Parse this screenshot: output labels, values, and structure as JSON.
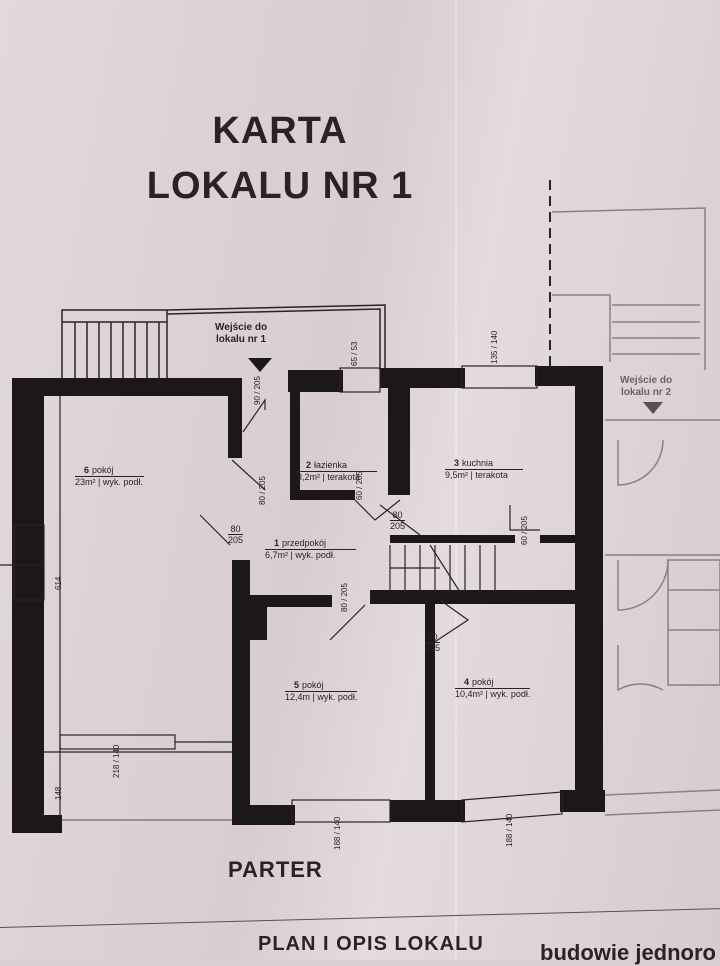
{
  "document": {
    "title_line1": "KARTA",
    "title_line2": "LOKALU NR 1",
    "floor_label": "PARTER",
    "section_title": "PLAN I OPIS LOKALU",
    "cut_text": "budowie jednoro"
  },
  "entrances": [
    {
      "line1": "Wejście do",
      "line2": "lokalu nr 1"
    },
    {
      "line1": "Wejście do",
      "line2": "lokalu nr 2"
    }
  ],
  "rooms": [
    {
      "number": "1",
      "name": "przedpokój",
      "area": "6,7m²",
      "finish": "wyk. podł."
    },
    {
      "number": "2",
      "name": "łazienka",
      "area": "3,2m²",
      "finish": "terakota"
    },
    {
      "number": "3",
      "name": "kuchnia",
      "area": "9,5m²",
      "finish": "terakota"
    },
    {
      "number": "4",
      "name": "pokój",
      "area": "10,4m²",
      "finish": "wyk. podł."
    },
    {
      "number": "5",
      "name": "pokój",
      "area": "12,4m",
      "finish": "wyk. podł."
    },
    {
      "number": "6",
      "name": "pokój",
      "area": "23m²",
      "finish": "wyk. podł."
    }
  ],
  "door_dims": [
    {
      "w": "80",
      "h": "205"
    },
    {
      "w": "80",
      "h": "205"
    },
    {
      "w": "60",
      "h": "205"
    },
    {
      "w": "80",
      "h": "205"
    },
    {
      "w": "60",
      "h": "205"
    },
    {
      "w": "80",
      "h": "205"
    },
    {
      "w": "80",
      "h": "205"
    },
    {
      "w": "90",
      "h": "205"
    }
  ],
  "window_dims": [
    {
      "w": "65",
      "h": "53"
    },
    {
      "w": "135",
      "h": "140"
    },
    {
      "w": "218",
      "h": "140"
    },
    {
      "w": "188",
      "h": "140"
    },
    {
      "w": "188",
      "h": "140"
    }
  ],
  "wall_dims": {
    "left_long": "614",
    "left_short": "148"
  },
  "colors": {
    "ink": "#2a2326",
    "paper": "#dcd2d6",
    "faint": "#8a8085"
  }
}
